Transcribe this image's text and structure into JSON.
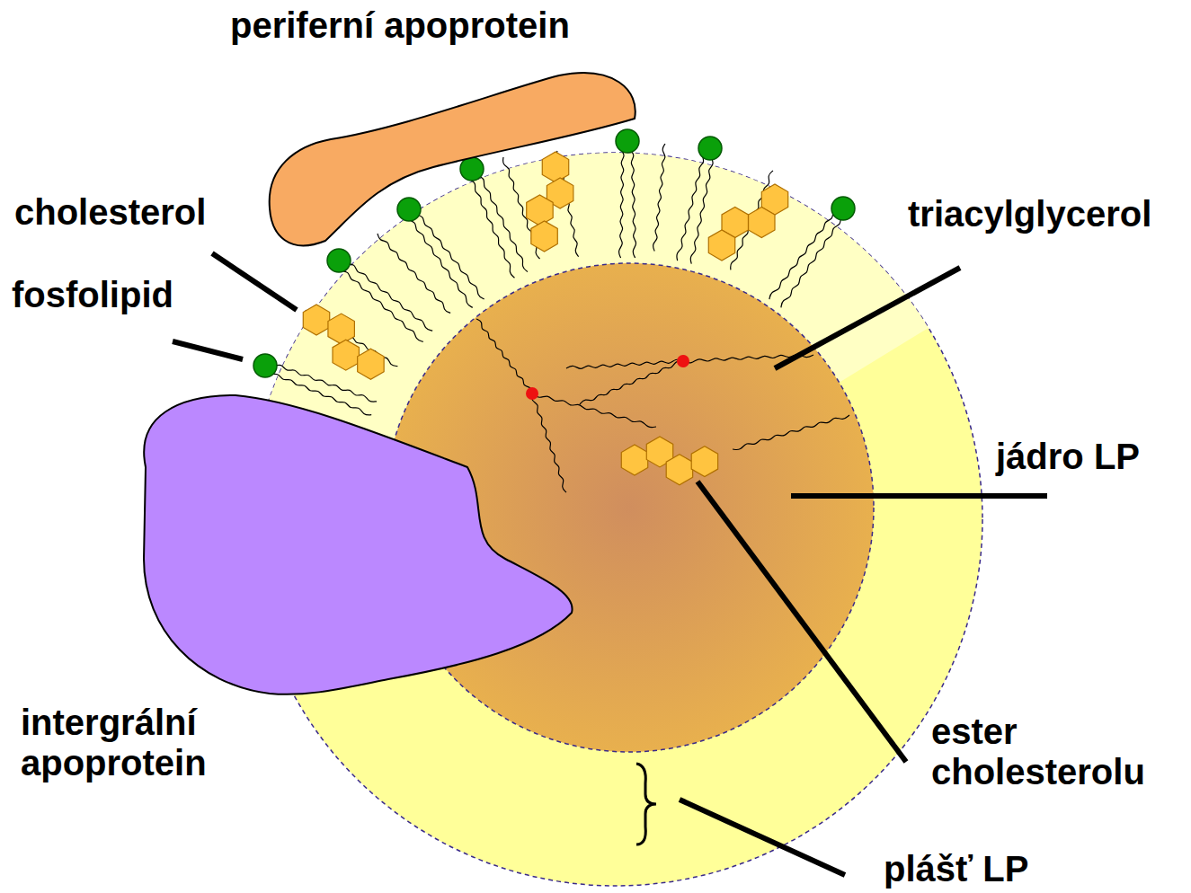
{
  "diagram": {
    "labels": [
      "periferní apoprotein",
      "cholesterol",
      "fosfolipid",
      "triacylglycerol",
      "jádro LP",
      "intergrální apoprotein",
      "ester cholesterolu",
      "plášť LP"
    ]
  }
}
